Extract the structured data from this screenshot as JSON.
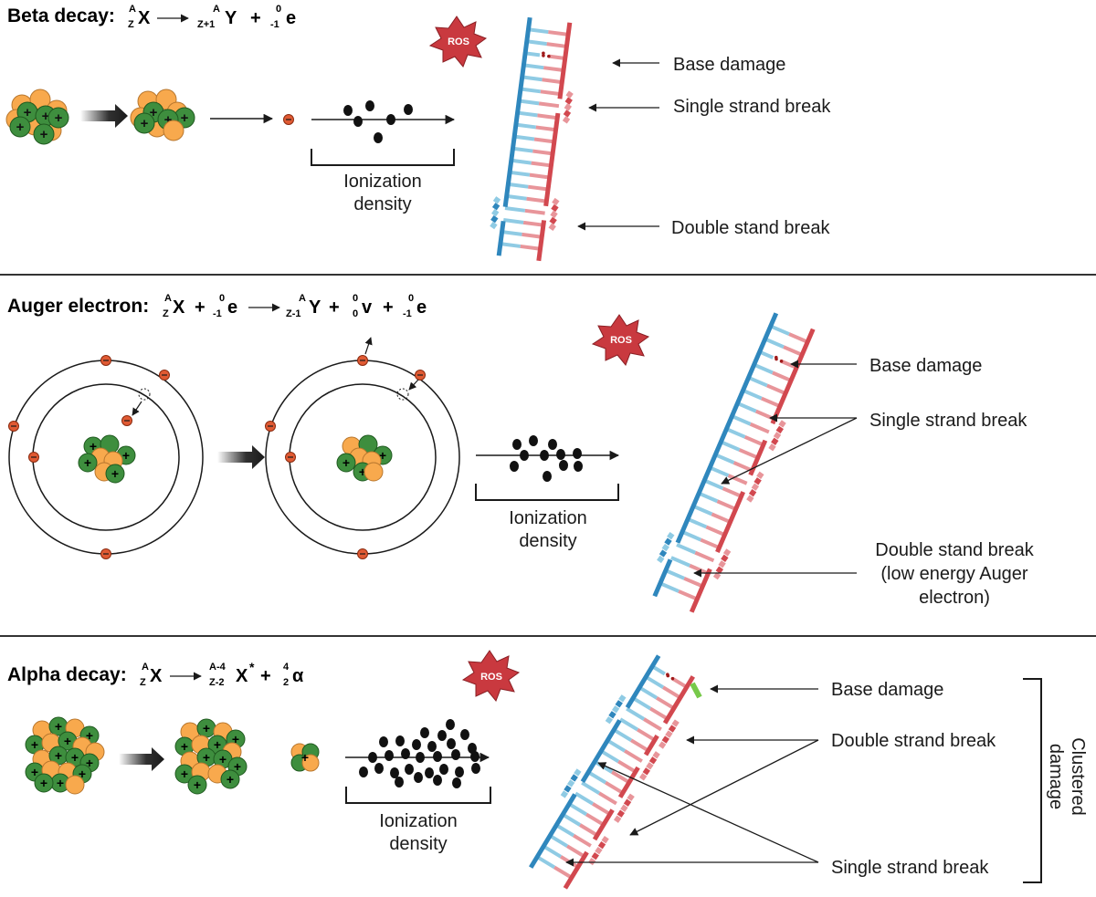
{
  "colors": {
    "red_strand": "#d2484f",
    "blue_strand": "#2f87bd",
    "light_red": "#e8959a",
    "light_blue": "#8fcbe4",
    "nucleon_orange": "#f8a94d",
    "nucleon_green": "#3e8e3e",
    "electron": "#e05a33",
    "ros_burst": "#c9393f",
    "green_lesion": "#77c94a"
  },
  "panels": {
    "beta": {
      "title": "Beta decay:",
      "eq": {
        "a1_sup": "A",
        "a1_sub": "Z",
        "a1_sym": "X",
        "a2_sup": "A",
        "a2_sub": "Z+1",
        "a2_sym": "Y",
        "plus": "+",
        "a3_sup": "0",
        "a3_sub": "-1",
        "a3_sym": "e"
      },
      "ros": "ROS",
      "ionization": [
        "Ionization",
        "density"
      ],
      "labels": {
        "base_damage": "Base damage",
        "ssb": "Single strand break",
        "dsb": "Double stand break"
      }
    },
    "auger": {
      "title": "Auger electron:",
      "eq": {
        "a1_sup": "A",
        "a1_sub": "Z",
        "a1_sym": "X",
        "plus": "+",
        "a2_sup": "0",
        "a2_sub": "-1",
        "a2_sym": "e",
        "a3_sup": "A",
        "a3_sub": "Z-1",
        "a3_sym": "Y",
        "a4_sup": "0",
        "a4_sub": "0",
        "a4_sym": "v",
        "a5_sup": "0",
        "a5_sub": "-1",
        "a5_sym": "e"
      },
      "ros": "ROS",
      "ionization": [
        "Ionization",
        "density"
      ],
      "labels": {
        "base_damage": "Base damage",
        "ssb": "Single strand break",
        "dsb": [
          "Double stand break",
          "(low energy Auger",
          "electron)"
        ]
      }
    },
    "alpha": {
      "title": "Alpha decay:",
      "eq": {
        "a1_sup": "A",
        "a1_sub": "Z",
        "a1_sym": "X",
        "a2_sup": "A-4",
        "a2_sub": "Z-2",
        "a2_sym": "X",
        "a2_star": "*",
        "plus": "+",
        "a3_sup": "4",
        "a3_sub": "2",
        "a3_sym": "α"
      },
      "ros": "ROS",
      "ionization": [
        "Ionization",
        "density"
      ],
      "labels": {
        "base_damage": "Base damage",
        "dsb": "Double strand break",
        "ssb": "Single strand break",
        "clustered": [
          "Clustered",
          "damage"
        ]
      }
    }
  }
}
